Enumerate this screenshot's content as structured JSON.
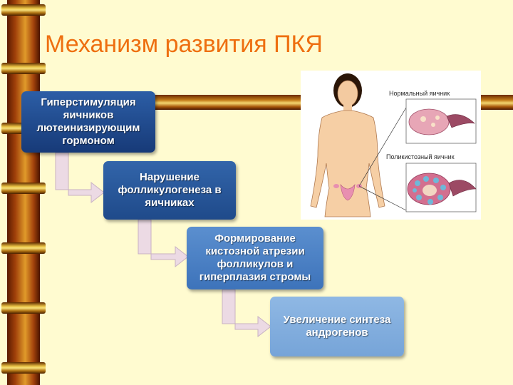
{
  "slide": {
    "title": "Механизм развития ПКЯ"
  },
  "steps": [
    {
      "text": "Гиперстимуляция яичников лютеинизирующим гормоном"
    },
    {
      "text": "Нарушение фолликулогенеза в яичниках"
    },
    {
      "text": "Формирование кистозной атрезии фолликулов и гиперплазия стромы"
    },
    {
      "text": "Увеличение синтеза андрогенов"
    }
  ],
  "illustration": {
    "label_normal": "Нормальный яичник",
    "label_pcos": "Поликистозный яичник"
  },
  "colors": {
    "title": "#ee6f10",
    "background": "#fffbd0",
    "step_dark": "#173a78",
    "step_light": "#8fb8e4",
    "arrow_fill": "#ecdae4"
  }
}
